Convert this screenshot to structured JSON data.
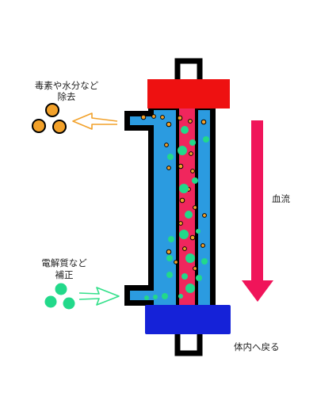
{
  "labels": {
    "toxin_removal": [
      "毒素や水分など",
      "除去"
    ],
    "electrolyte_correction": [
      "電解質など",
      "補正"
    ],
    "blood_flow": "血流",
    "return_to_body": "体内へ戻る"
  },
  "colors": {
    "outline": "#000000",
    "dialysate": "#2b9be0",
    "blood": "#f0265d",
    "top_cap": "#ee1111",
    "bottom_cap": "#1522d8",
    "toxin": "#f2a12a",
    "electrolyte": "#22d98a",
    "flow_arrow": "#f0145a"
  }
}
